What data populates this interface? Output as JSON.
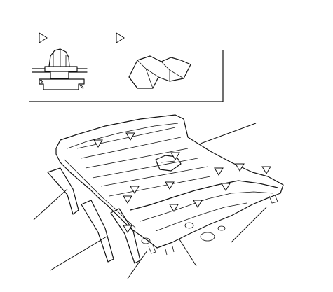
{
  "figure": {
    "background": "#ffffff",
    "line_color": "#111111",
    "inset": {
      "clip_symbol": "triangle-marker",
      "pad_symbol": "triangle-marker"
    },
    "marker_count": 13,
    "leader_count": 6
  }
}
